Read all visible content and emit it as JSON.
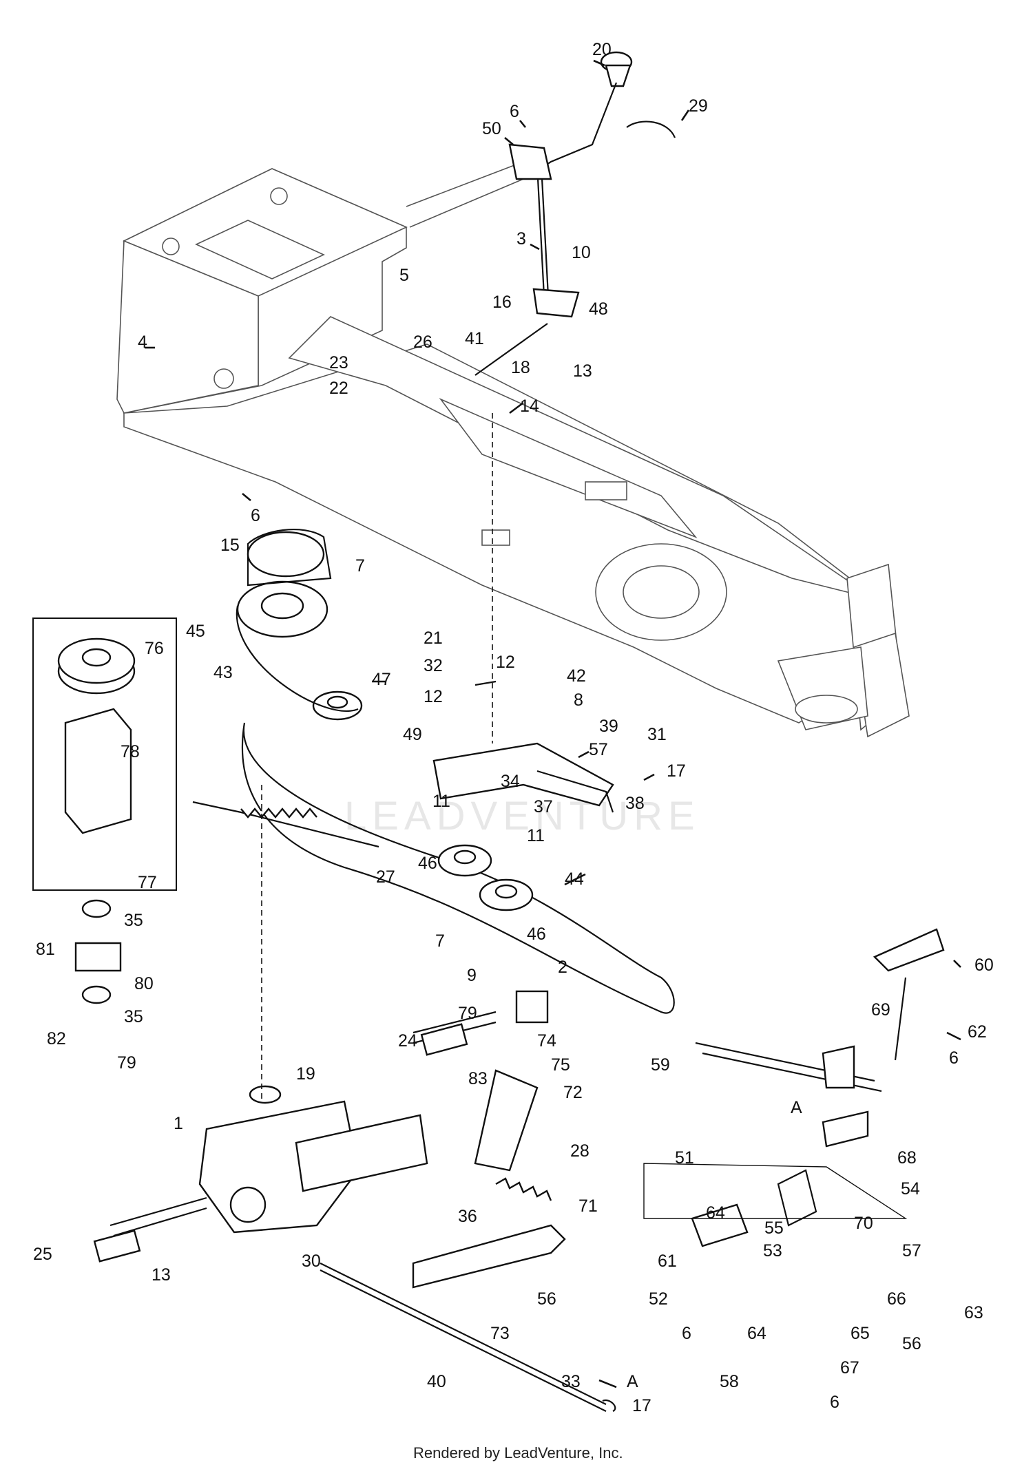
{
  "diagram": {
    "watermark": "LEADVENTURE",
    "footer": "Rendered by LeadVenture, Inc.",
    "callouts": [
      {
        "id": "20",
        "text": "20"
      },
      {
        "id": "29",
        "text": "29"
      },
      {
        "id": "6a",
        "text": "6"
      },
      {
        "id": "50",
        "text": "50"
      },
      {
        "id": "3",
        "text": "3"
      },
      {
        "id": "10",
        "text": "10"
      },
      {
        "id": "5",
        "text": "5"
      },
      {
        "id": "16",
        "text": "16"
      },
      {
        "id": "48",
        "text": "48"
      },
      {
        "id": "4",
        "text": "4"
      },
      {
        "id": "26",
        "text": "26"
      },
      {
        "id": "41",
        "text": "41"
      },
      {
        "id": "18",
        "text": "18"
      },
      {
        "id": "13a",
        "text": "13"
      },
      {
        "id": "23",
        "text": "23"
      },
      {
        "id": "22",
        "text": "22"
      },
      {
        "id": "14",
        "text": "14"
      },
      {
        "id": "6b",
        "text": "6"
      },
      {
        "id": "15",
        "text": "15"
      },
      {
        "id": "7a",
        "text": "7"
      },
      {
        "id": "76",
        "text": "76"
      },
      {
        "id": "45",
        "text": "45"
      },
      {
        "id": "47",
        "text": "47"
      },
      {
        "id": "43",
        "text": "43"
      },
      {
        "id": "21",
        "text": "21"
      },
      {
        "id": "32",
        "text": "32"
      },
      {
        "id": "12a",
        "text": "12"
      },
      {
        "id": "12b",
        "text": "12"
      },
      {
        "id": "42",
        "text": "42"
      },
      {
        "id": "8",
        "text": "8"
      },
      {
        "id": "39",
        "text": "39"
      },
      {
        "id": "49",
        "text": "49"
      },
      {
        "id": "57a",
        "text": "57"
      },
      {
        "id": "31",
        "text": "31"
      },
      {
        "id": "78",
        "text": "78"
      },
      {
        "id": "34",
        "text": "34"
      },
      {
        "id": "17a",
        "text": "17"
      },
      {
        "id": "11a",
        "text": "11"
      },
      {
        "id": "37",
        "text": "37"
      },
      {
        "id": "38",
        "text": "38"
      },
      {
        "id": "11b",
        "text": "11"
      },
      {
        "id": "46a",
        "text": "46"
      },
      {
        "id": "27",
        "text": "27"
      },
      {
        "id": "77",
        "text": "77"
      },
      {
        "id": "44",
        "text": "44"
      },
      {
        "id": "35a",
        "text": "35"
      },
      {
        "id": "46b",
        "text": "46"
      },
      {
        "id": "81",
        "text": "81"
      },
      {
        "id": "7b",
        "text": "7"
      },
      {
        "id": "80",
        "text": "80"
      },
      {
        "id": "9",
        "text": "9"
      },
      {
        "id": "2",
        "text": "2"
      },
      {
        "id": "60",
        "text": "60"
      },
      {
        "id": "35b",
        "text": "35"
      },
      {
        "id": "69",
        "text": "69"
      },
      {
        "id": "82",
        "text": "82"
      },
      {
        "id": "79a",
        "text": "79"
      },
      {
        "id": "79b",
        "text": "79"
      },
      {
        "id": "74",
        "text": "74"
      },
      {
        "id": "62",
        "text": "62"
      },
      {
        "id": "24",
        "text": "24"
      },
      {
        "id": "6c",
        "text": "6"
      },
      {
        "id": "83",
        "text": "83"
      },
      {
        "id": "75",
        "text": "75"
      },
      {
        "id": "59",
        "text": "59"
      },
      {
        "id": "19",
        "text": "19"
      },
      {
        "id": "72",
        "text": "72"
      },
      {
        "id": "A1",
        "text": "A"
      },
      {
        "id": "1",
        "text": "1"
      },
      {
        "id": "28",
        "text": "28"
      },
      {
        "id": "68",
        "text": "68"
      },
      {
        "id": "51",
        "text": "51"
      },
      {
        "id": "54",
        "text": "54"
      },
      {
        "id": "64a",
        "text": "64"
      },
      {
        "id": "36",
        "text": "36"
      },
      {
        "id": "71",
        "text": "71"
      },
      {
        "id": "55",
        "text": "55"
      },
      {
        "id": "70",
        "text": "70"
      },
      {
        "id": "57b",
        "text": "57"
      },
      {
        "id": "25",
        "text": "25"
      },
      {
        "id": "13b",
        "text": "13"
      },
      {
        "id": "30",
        "text": "30"
      },
      {
        "id": "61",
        "text": "61"
      },
      {
        "id": "53",
        "text": "53"
      },
      {
        "id": "52",
        "text": "52"
      },
      {
        "id": "56a",
        "text": "56"
      },
      {
        "id": "66",
        "text": "66"
      },
      {
        "id": "63",
        "text": "63"
      },
      {
        "id": "6d",
        "text": "6"
      },
      {
        "id": "65",
        "text": "65"
      },
      {
        "id": "73",
        "text": "73"
      },
      {
        "id": "64b",
        "text": "64"
      },
      {
        "id": "56b",
        "text": "56"
      },
      {
        "id": "67",
        "text": "67"
      },
      {
        "id": "58",
        "text": "58"
      },
      {
        "id": "40",
        "text": "40"
      },
      {
        "id": "33",
        "text": "33"
      },
      {
        "id": "A2",
        "text": "A"
      },
      {
        "id": "17b",
        "text": "17"
      },
      {
        "id": "6e",
        "text": "6"
      }
    ]
  }
}
